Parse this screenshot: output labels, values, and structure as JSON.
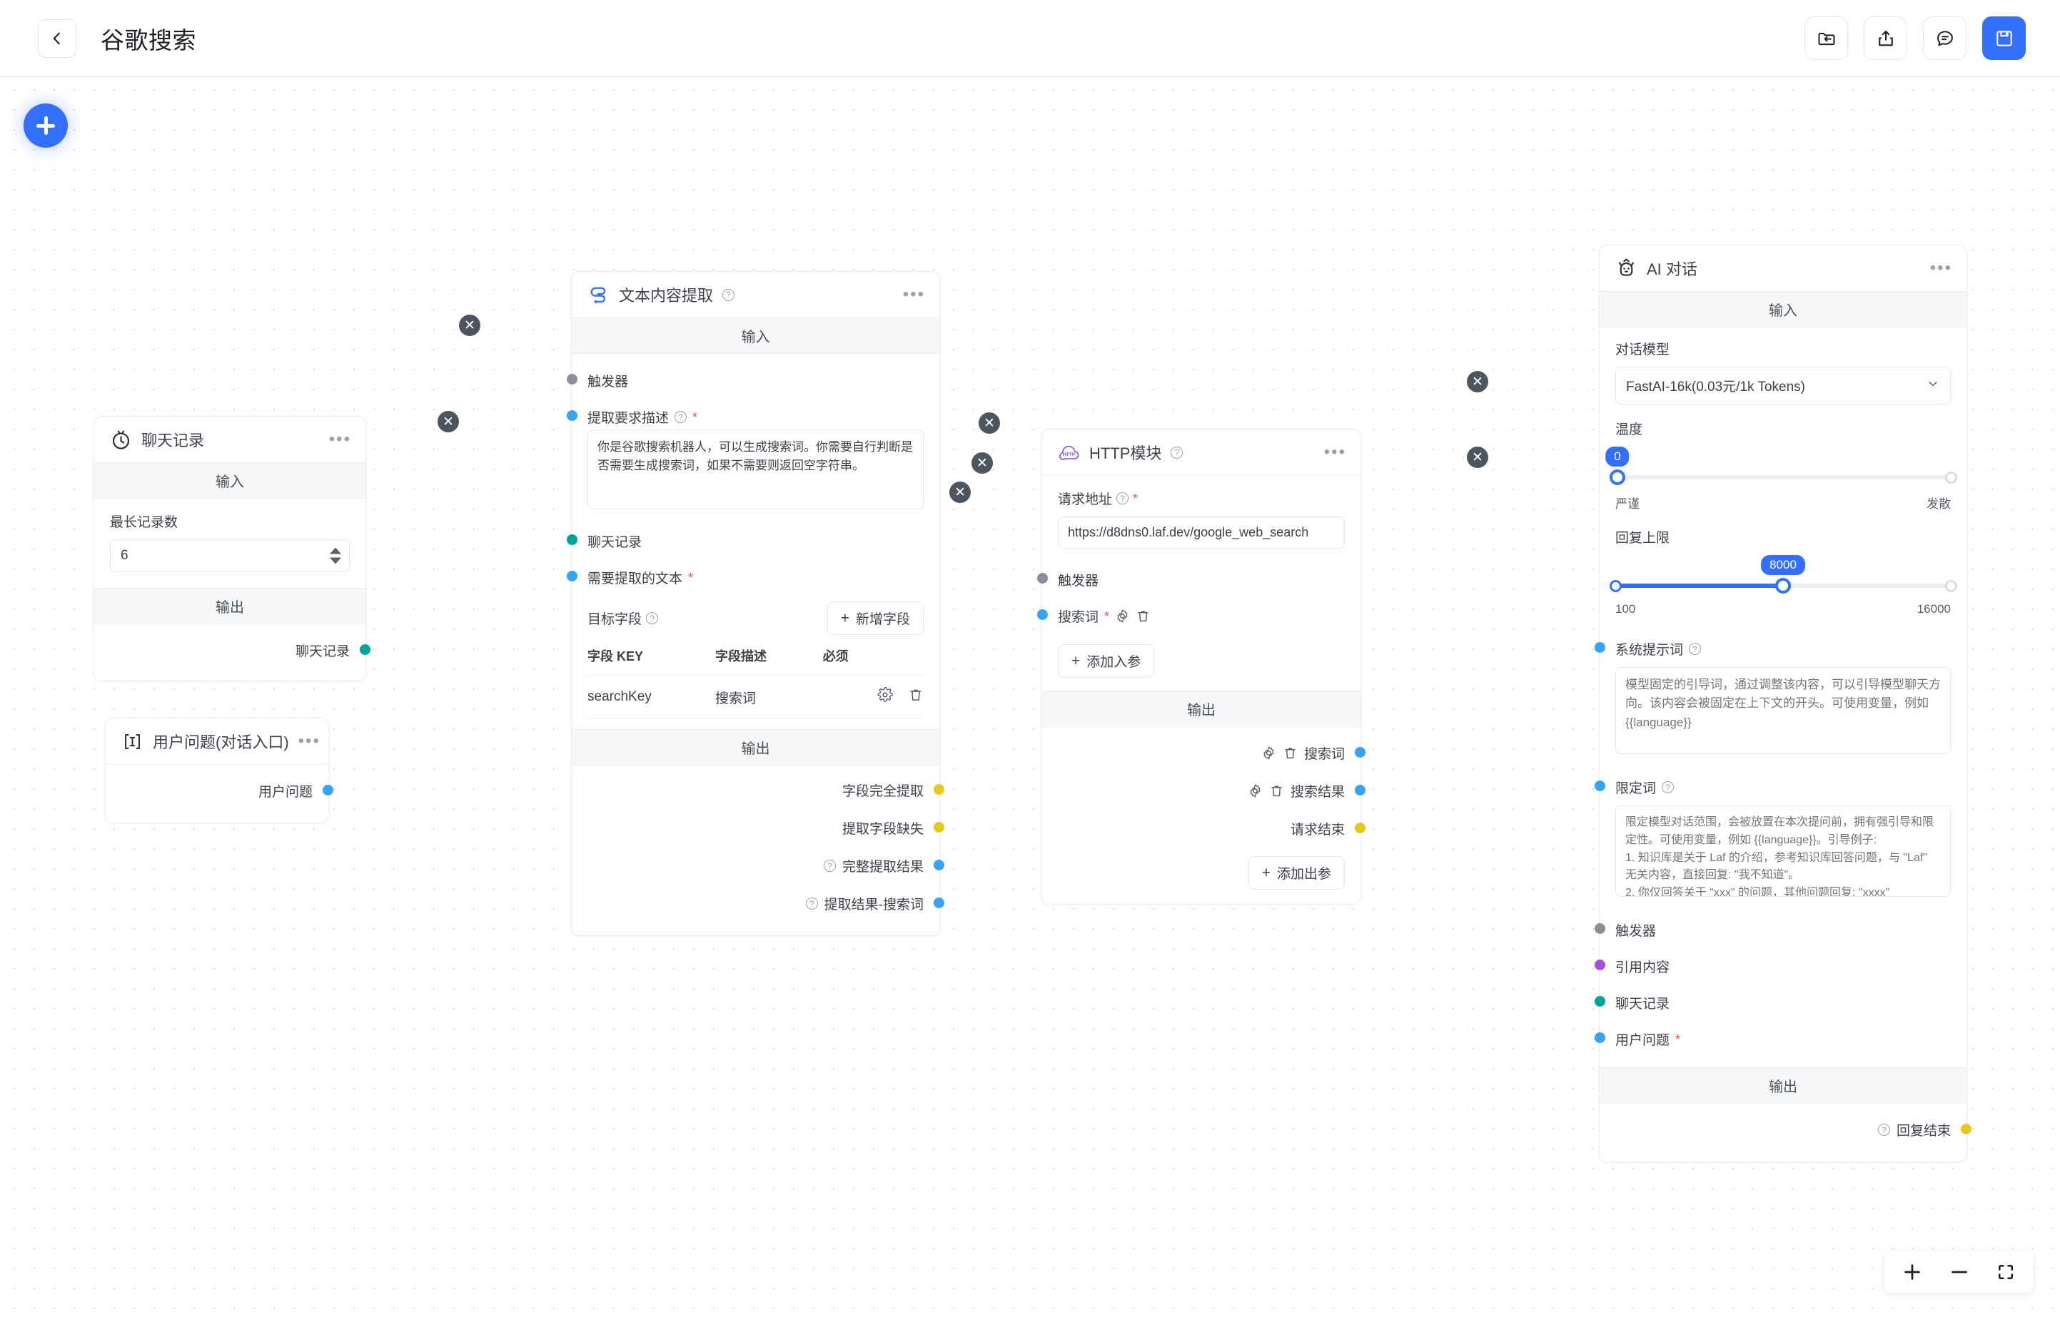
{
  "header": {
    "back_icon": "chevron-left-icon",
    "title": "谷歌搜索",
    "actions": [
      {
        "name": "folder-import-icon",
        "label": ""
      },
      {
        "name": "share-export-icon",
        "label": ""
      },
      {
        "name": "chat-bubble-icon",
        "label": ""
      },
      {
        "name": "save-floppy-icon",
        "label": ""
      }
    ],
    "accent": "#3370ff"
  },
  "canvas": {
    "add_node_label": "+",
    "zoom_controls": {
      "zoom_in": "+",
      "zoom_out": "−",
      "fit_view": "fit-screen-icon"
    }
  },
  "nodes": {
    "chat_history": {
      "title": "聊天记录",
      "icon": "clock-history-icon",
      "menu": "•••",
      "input_band": "输入",
      "output_band": "输出",
      "max_records_label": "最长记录数",
      "max_records_value": "6",
      "output_port_label": "聊天记录"
    },
    "user_question": {
      "title": "用户问题(对话入口)",
      "icon": "text-cursor-icon",
      "menu": "•••",
      "output_port_label": "用户问题"
    },
    "extract": {
      "title": "文本内容提取",
      "icon": "extract-node-icon",
      "menu": "•••",
      "input_band": "输入",
      "output_band": "输出",
      "trigger_label": "触发器",
      "desc_label": "提取要求描述",
      "desc_required": "*",
      "desc_value": "你是谷歌搜索机器人，可以生成搜索词。你需要自行判断是否需要生成搜索词，如果不需要则返回空字符串。",
      "chat_history_label": "聊天记录",
      "text_label": "需要提取的文本",
      "text_required": "*",
      "target_fields_label": "目标字段",
      "add_field_label": "新增字段",
      "table_headers": [
        "字段 KEY",
        "字段描述",
        "必须"
      ],
      "table_rows": [
        {
          "key": "searchKey",
          "desc": "搜索词",
          "required": "",
          "settings_icon": "gear-icon",
          "delete_icon": "trash-icon"
        }
      ],
      "outputs": [
        {
          "label": "字段完全提取",
          "color": "yellow",
          "help": false
        },
        {
          "label": "提取字段缺失",
          "color": "yellow",
          "help": false
        },
        {
          "label": "完整提取结果",
          "color": "blue",
          "help": true
        },
        {
          "label": "提取结果-搜索词",
          "color": "blue",
          "help": true
        }
      ]
    },
    "http": {
      "title": "HTTP模块",
      "icon": "http-cloud-icon",
      "menu": "•••",
      "url_label": "请求地址",
      "url_required": "*",
      "url_value": "https://d8dns0.laf.dev/google_web_search",
      "trigger_label": "触发器",
      "param_label": "搜索词",
      "param_required": "*",
      "add_input_label": "添加入参",
      "output_band": "输出",
      "outputs": [
        {
          "label": "搜索词",
          "color": "blue",
          "has_icons": true
        },
        {
          "label": "搜索结果",
          "color": "blue",
          "has_icons": true
        },
        {
          "label": "请求结束",
          "color": "yellow",
          "has_icons": false
        }
      ],
      "add_output_label": "添加出参"
    },
    "ai_chat": {
      "title": "AI 对话",
      "icon": "robot-face-icon",
      "menu": "•••",
      "input_band": "输入",
      "output_band": "输出",
      "model_label": "对话模型",
      "model_value": "FastAI-16k(0.03元/1k Tokens)",
      "temperature_label": "温度",
      "temperature_value": "0",
      "temperature_min_label": "严谨",
      "temperature_max_label": "发散",
      "max_tokens_label": "回复上限",
      "max_tokens_value": "8000",
      "max_tokens_min": "100",
      "max_tokens_max": "16000",
      "system_prompt_label": "系统提示词",
      "system_prompt_placeholder": "模型固定的引导词，通过调整该内容，可以引导模型聊天方向。该内容会被固定在上下文的开头。可使用变量，例如 {{language}}",
      "qualifier_label": "限定词",
      "qualifier_placeholder": "限定模型对话范围，会被放置在本次提问前，拥有强引导和限定性。可使用变量，例如 {{language}}。引导例子:\n1. 知识库是关于 Laf 的介绍，参考知识库回答问题，与 \"Laf\" 无关内容，直接回复: \"我不知道\"。\n2. 你仅回答关于 \"xxx\" 的问题，其他问题回复: \"xxxx\"",
      "inputs": [
        {
          "label": "触发器",
          "color": "grey",
          "required": false
        },
        {
          "label": "引用内容",
          "color": "purple",
          "required": false
        },
        {
          "label": "聊天记录",
          "color": "teal",
          "required": false
        },
        {
          "label": "用户问题",
          "color": "blue",
          "required": true
        }
      ],
      "output_label": "回复结束"
    }
  }
}
